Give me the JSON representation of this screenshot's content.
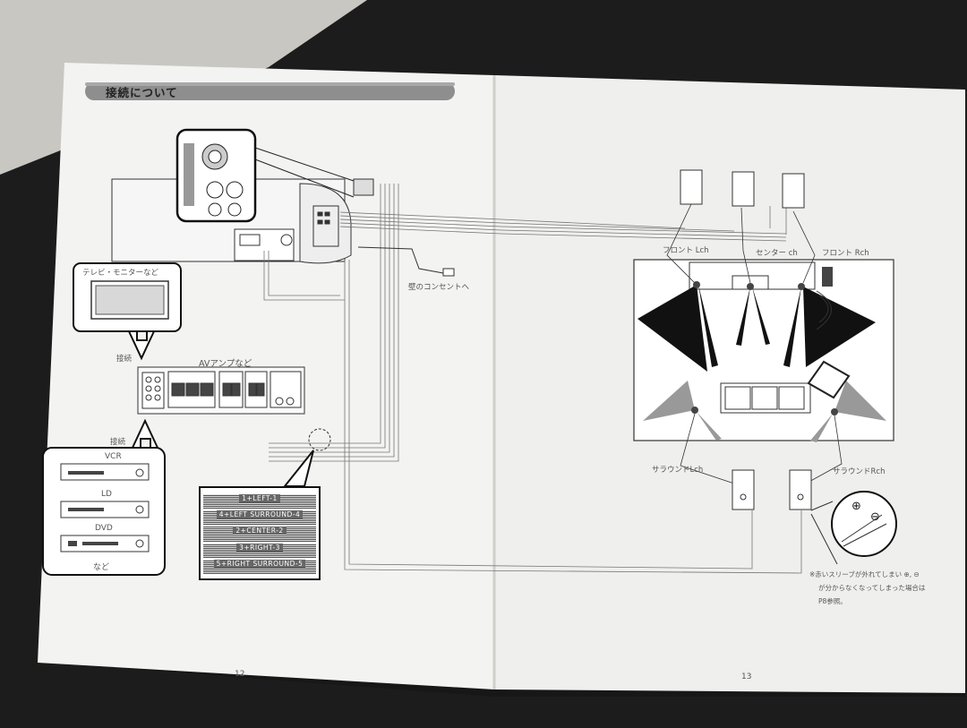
{
  "page": {
    "section_title": "接続について",
    "left_page_number": "12",
    "right_page_number": "13"
  },
  "left": {
    "tv_label": "テレビ・モニターなど",
    "connect_label_1": "接続",
    "amp_label": "AVアンプなど",
    "connect_label_2": "接続",
    "sources": [
      "VCR",
      "LD",
      "DVD"
    ],
    "etc_label": "など",
    "power_label": "壁のコンセントへ"
  },
  "channels": [
    "1+LEFT-1",
    "4+LEFT SURROUND-4",
    "2+CENTER-2",
    "3+RIGHT-3",
    "5+RIGHT SURROUND-5"
  ],
  "right": {
    "front_l": "フロント Lch",
    "center": "センター ch",
    "front_r": "フロント Rch",
    "surround_l": "サラウンドLch",
    "surround_r": "サラウンドRch",
    "plus_symbol": "⊕",
    "minus_symbol": "⊖",
    "note_lines": [
      "※赤いスリーブが外れてしまい ⊕, ⊖",
      "が分からなくなってしまった場合は",
      "P8参照。"
    ]
  },
  "colors": {
    "paper": "#f4f4f2",
    "line": "#3a3a3a",
    "background": "#1c1c1c"
  }
}
